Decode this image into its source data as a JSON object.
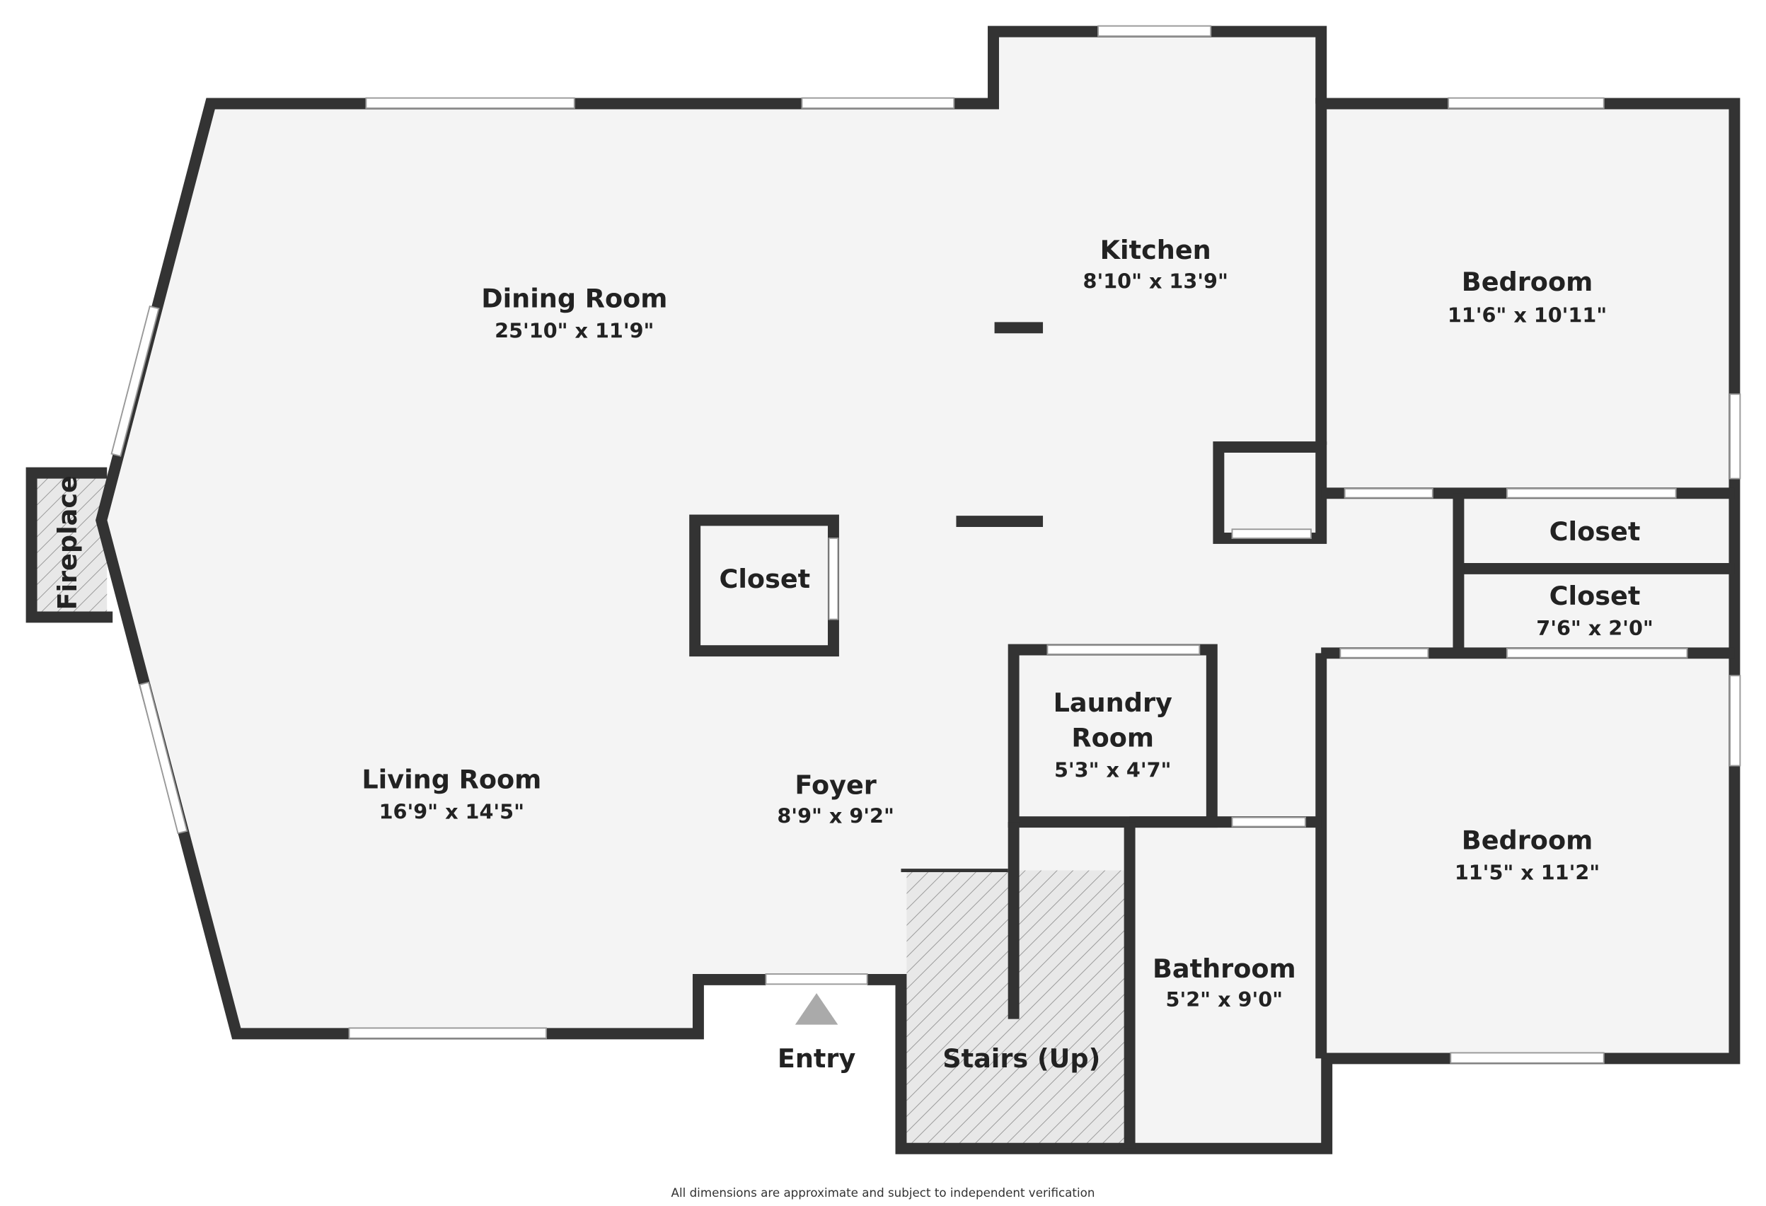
{
  "rooms": {
    "dining": {
      "name": "Dining Room",
      "dims": "25'10\" x 11'9\""
    },
    "kitchen": {
      "name": "Kitchen",
      "dims": "8'10\" x 13'9\""
    },
    "bedroom1": {
      "name": "Bedroom",
      "dims": "11'6\" x 10'11\""
    },
    "closet1": {
      "name": "Closet"
    },
    "closet2": {
      "name": "Closet",
      "dims": "7'6\" x 2'0\""
    },
    "closet_center": {
      "name": "Closet"
    },
    "fireplace": {
      "name": "Fireplace"
    },
    "laundry": {
      "name1": "Laundry",
      "name2": "Room",
      "dims": "5'3\" x 4'7\""
    },
    "living": {
      "name": "Living Room",
      "dims": "16'9\" x 14'5\""
    },
    "foyer": {
      "name": "Foyer",
      "dims": "8'9\" x 9'2\""
    },
    "bedroom2": {
      "name": "Bedroom",
      "dims": "11'5\" x 11'2\""
    },
    "bathroom": {
      "name": "Bathroom",
      "dims": "5'2\" x 9'0\""
    },
    "stairs": {
      "name": "Stairs (Up)"
    },
    "entry": {
      "name": "Entry"
    }
  },
  "footer": {
    "note": "All dimensions are approximate and subject to independent verification"
  },
  "colors": {
    "wall": "#333333",
    "floor": "#f4f4f4",
    "entry_arrow": "#aaaaaa"
  }
}
